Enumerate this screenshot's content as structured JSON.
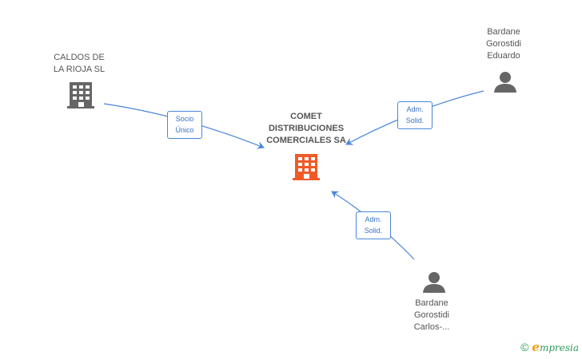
{
  "colors": {
    "edge": "#4a86d8",
    "company_icon": "#666666",
    "center_icon": "#f05a28",
    "person_icon": "#666666"
  },
  "nodes": {
    "center": {
      "lines": [
        "COMET",
        "DISTRIBUCIONES",
        "COMERCIALES SA"
      ],
      "icon": "building-icon"
    },
    "caldos": {
      "lines": [
        "CALDOS DE",
        "LA RIOJA SL"
      ],
      "icon": "building-icon"
    },
    "eduardo": {
      "lines": [
        "Bardane",
        "Gorostidi",
        "Eduardo"
      ],
      "icon": "person-icon"
    },
    "carlos": {
      "lines": [
        "Bardane",
        "Gorostidi",
        "Carlos-..."
      ],
      "icon": "person-icon"
    }
  },
  "edges": [
    {
      "from": "caldos",
      "to": "center",
      "label": [
        "Socio",
        "Único"
      ]
    },
    {
      "from": "eduardo",
      "to": "center",
      "label": [
        "Adm.",
        "Solid."
      ]
    },
    {
      "from": "carlos",
      "to": "center",
      "label": [
        "Adm.",
        "Solid."
      ]
    }
  ],
  "footer": {
    "copyright": "©",
    "brand_initial": "e",
    "brand_rest": "mpresia"
  }
}
